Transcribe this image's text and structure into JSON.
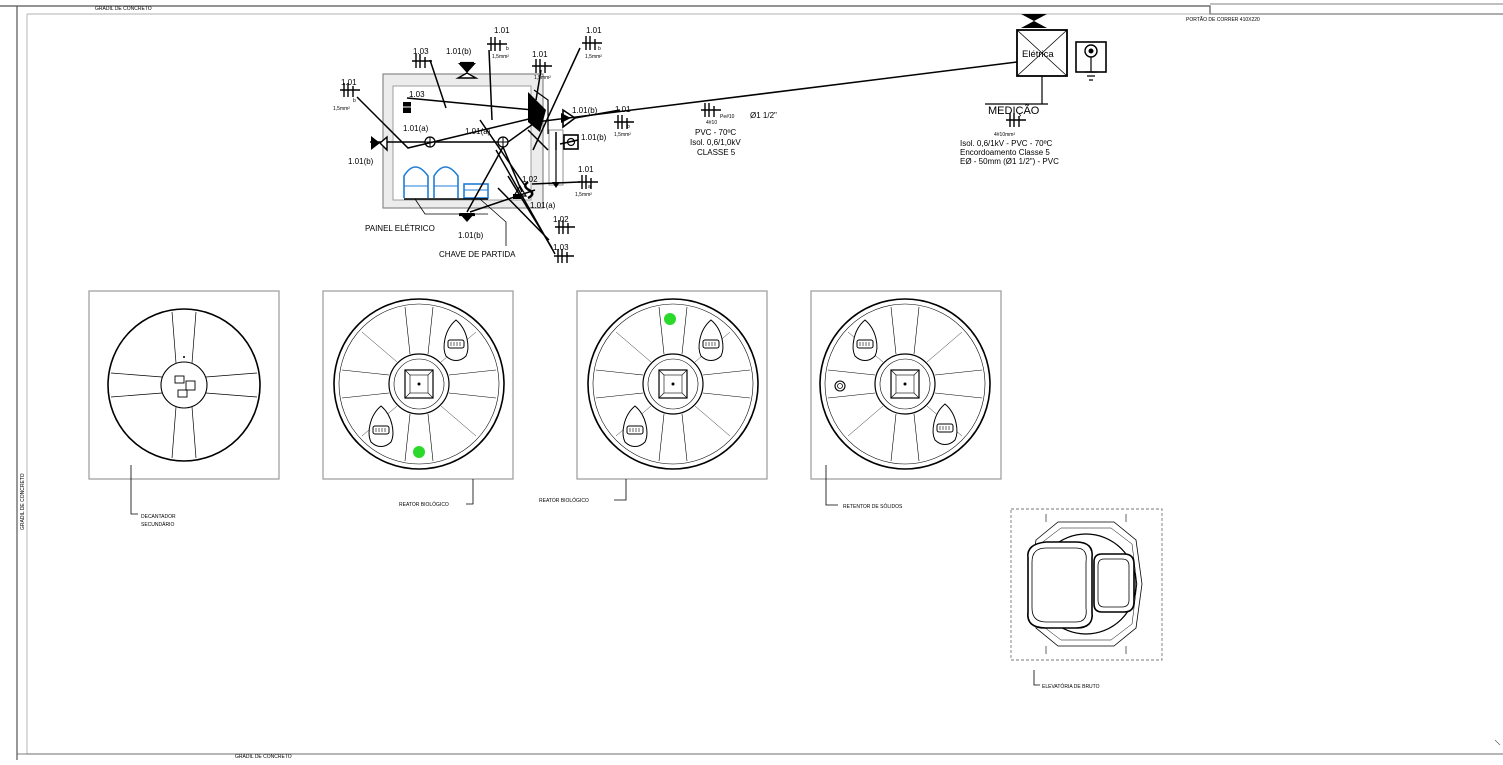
{
  "borders": {
    "top": "GRADIL DE CONCRETO",
    "bottom": "GRADIL DE CONCRETO",
    "left": "GRADIL DE CONCRETO",
    "gate": "PORTÃO DE CORRER 410X220"
  },
  "panel": {
    "label": "PAINEL ELÉTRICO",
    "starter": "CHAVE DE PARTIDA"
  },
  "circuits": {
    "c101": "1.01",
    "c102": "1.02",
    "c103": "1.03",
    "c101a": "1.01(a)",
    "c101b": "1.01(b)",
    "sub_a": "a",
    "sub_b": "b",
    "section": "1,5mm²"
  },
  "feeder": {
    "cable": "4#10",
    "pe": "Pe#10",
    "conduit": "Ø1 1/2\"",
    "line1": "PVC - 70ºC",
    "line2": "Isol. 0,6/1,0kV",
    "line3": "CLASSE 5"
  },
  "meter": {
    "box": "Elétrica",
    "title": "MEDIÇÃO",
    "cable": "4#10mm²",
    "line1": "Isol. 0,6/1kV - PVC - 70ºC",
    "line2": "Encordoamento Classe 5",
    "line3": "EØ - 50mm (Ø1 1/2\") - PVC"
  },
  "tanks": {
    "t1a": "DECANTADOR",
    "t1b": "SECUNDÁRIO",
    "t2": "REATOR BIOLÓGICO",
    "t3": "REATOR BIOLÓGICO",
    "t4": "RETENTOR DE SÓLIDOS",
    "t5": "ELEVATÓRIA DE BRUTO"
  },
  "colors": {
    "line": "#000000",
    "frame": "#9a9a9a",
    "panel_fill": "#eeeeee",
    "blue": "#1f7fd6",
    "green": "#2bd92b"
  }
}
